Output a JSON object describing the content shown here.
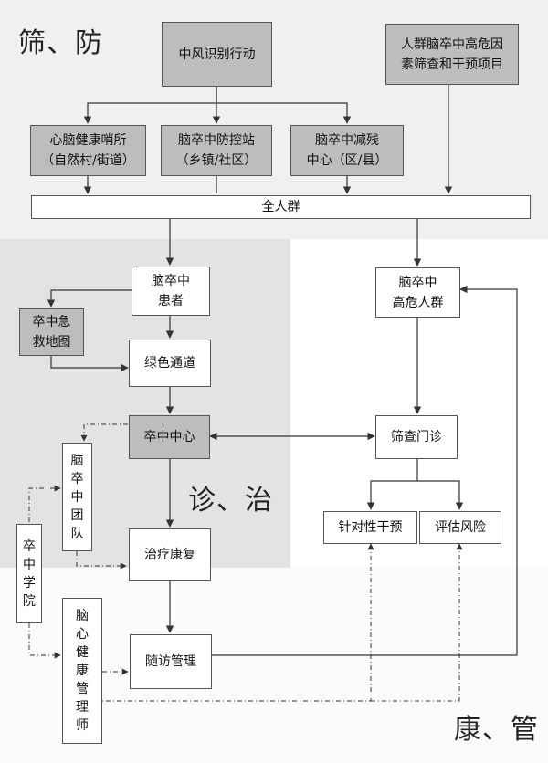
{
  "sections": {
    "screen": "筛、防",
    "diagnose": "诊、治",
    "manage": "康、管"
  },
  "boxes": {
    "stroke_action": "中风识别行动",
    "high_risk_project": "人群脑卒中高危因\n素筛查和干预项目",
    "sentinel": "心脑健康哨所\n（自然村/街道）",
    "prevention_station": "脑卒中防控站\n（乡镇/社区）",
    "disability_center": "脑卒中减残\n中心（区/县）",
    "population": "全人群",
    "patients": "脑卒中\n患者",
    "high_risk_group": "脑卒中\n高危人群",
    "first_aid_map": "卒中急\n救地图",
    "green_channel": "绿色通道",
    "stroke_center": "卒中中心",
    "screening_clinic": "筛查门诊",
    "team": "脑\n卒\n中\n团\n队",
    "academy": "卒\n中\n学\n院",
    "treatment_rehab": "治疗康复",
    "targeted_intervention": "针对性干预",
    "risk_assessment": "评估风险",
    "health_manager": "脑\n心\n健\n康\n管\n理\n师",
    "follow_up": "随访管理"
  }
}
